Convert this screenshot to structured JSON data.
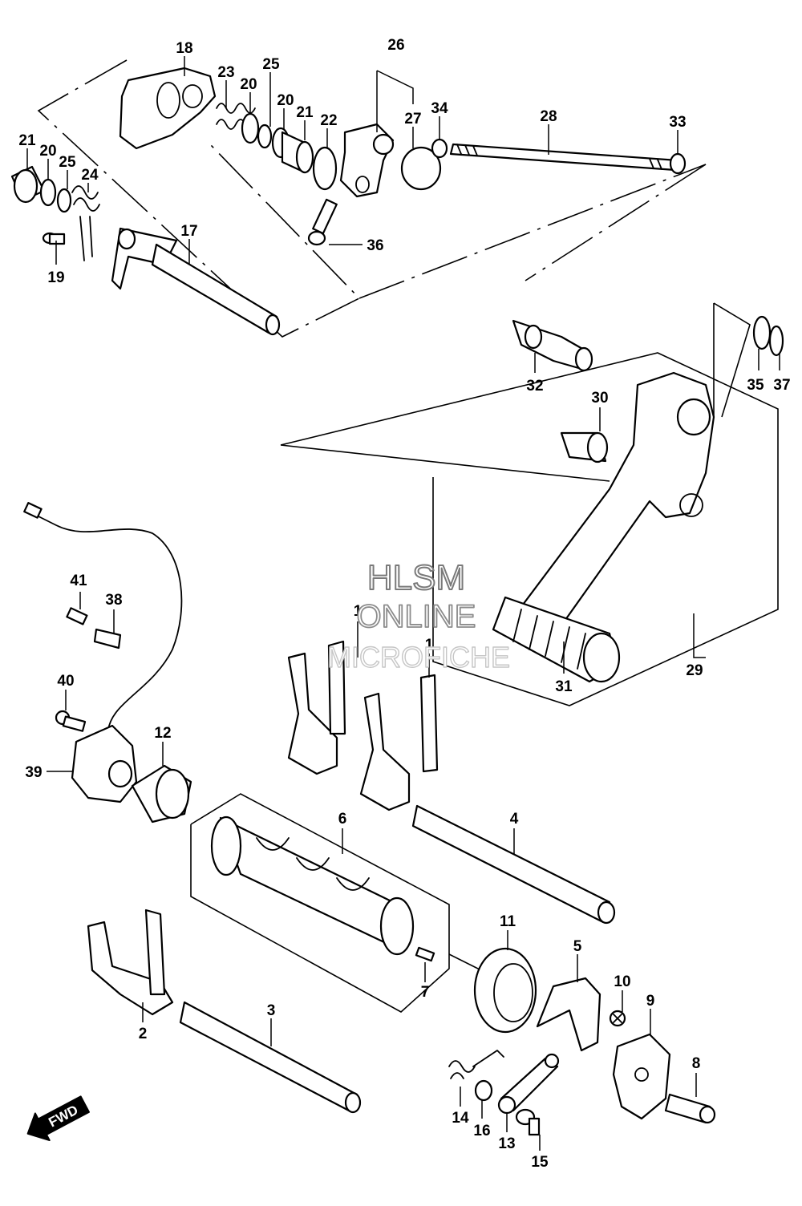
{
  "watermark": {
    "line1": "HLSM",
    "line2": "ONLINE",
    "line3": "MICROFICHE"
  },
  "direction_badge": {
    "label": "FWD",
    "icon": "fwd-arrow-icon"
  },
  "callouts": {
    "c1a": "1",
    "c1b": "1",
    "c2": "2",
    "c3": "3",
    "c4": "4",
    "c5": "5",
    "c6": "6",
    "c7": "7",
    "c8": "8",
    "c9": "9",
    "c10": "10",
    "c11": "11",
    "c12": "12",
    "c13": "13",
    "c14": "14",
    "c15": "15",
    "c16": "16",
    "c17": "17",
    "c18": "18",
    "c19": "19",
    "c20a": "20",
    "c20b": "20",
    "c20c": "20",
    "c21a": "21",
    "c21b": "21",
    "c22": "22",
    "c23": "23",
    "c24": "24",
    "c25a": "25",
    "c25b": "25",
    "c26": "26",
    "c27": "27",
    "c28": "28",
    "c29": "29",
    "c30": "30",
    "c31": "31",
    "c32": "32",
    "c33": "33",
    "c34": "34",
    "c35": "35",
    "c36": "36",
    "c37": "37",
    "c38": "38",
    "c39": "39",
    "c40": "40",
    "c41": "41"
  }
}
